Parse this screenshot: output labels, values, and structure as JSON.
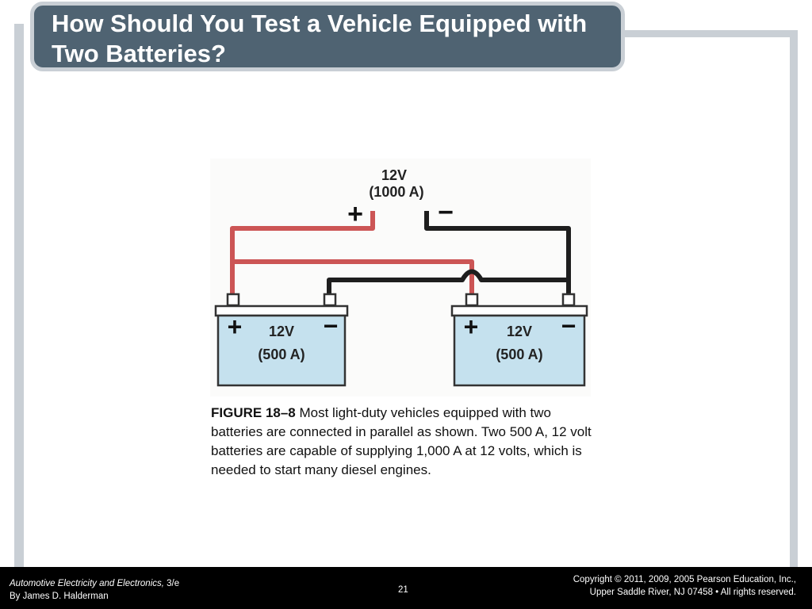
{
  "slide": {
    "title": "How Should You Test a Vehicle Equipped with Two Batteries?"
  },
  "diagram": {
    "output_voltage": "12V",
    "output_current": "(1000 A)",
    "plus_symbol": "+",
    "minus_symbol": "−",
    "batteries": [
      {
        "voltage": "12V",
        "current": "(500 A)"
      },
      {
        "voltage": "12V",
        "current": "(500 A)"
      }
    ],
    "colors": {
      "positive_wire": "#cc5555",
      "negative_wire": "#1e1e1e",
      "battery_fill": "#c5e1ee",
      "background": "#fbfbfa"
    }
  },
  "caption": {
    "label": "FIGURE 18–8",
    "text": " Most light-duty vehicles equipped with two batteries are connected in parallel as shown. Two 500 A, 12 volt batteries are capable of supplying 1,000 A at 12 volts, which is needed to start many diesel engines."
  },
  "footer": {
    "book_title": "Automotive Electricity and Electronics,",
    "edition": " 3/e",
    "author": "By James D. Halderman",
    "page_number": "21",
    "copyright": "Copyright © 2011, 2009, 2005 Pearson Education, Inc.,",
    "publisher": "Upper Saddle River, NJ 07458 • All rights reserved."
  }
}
